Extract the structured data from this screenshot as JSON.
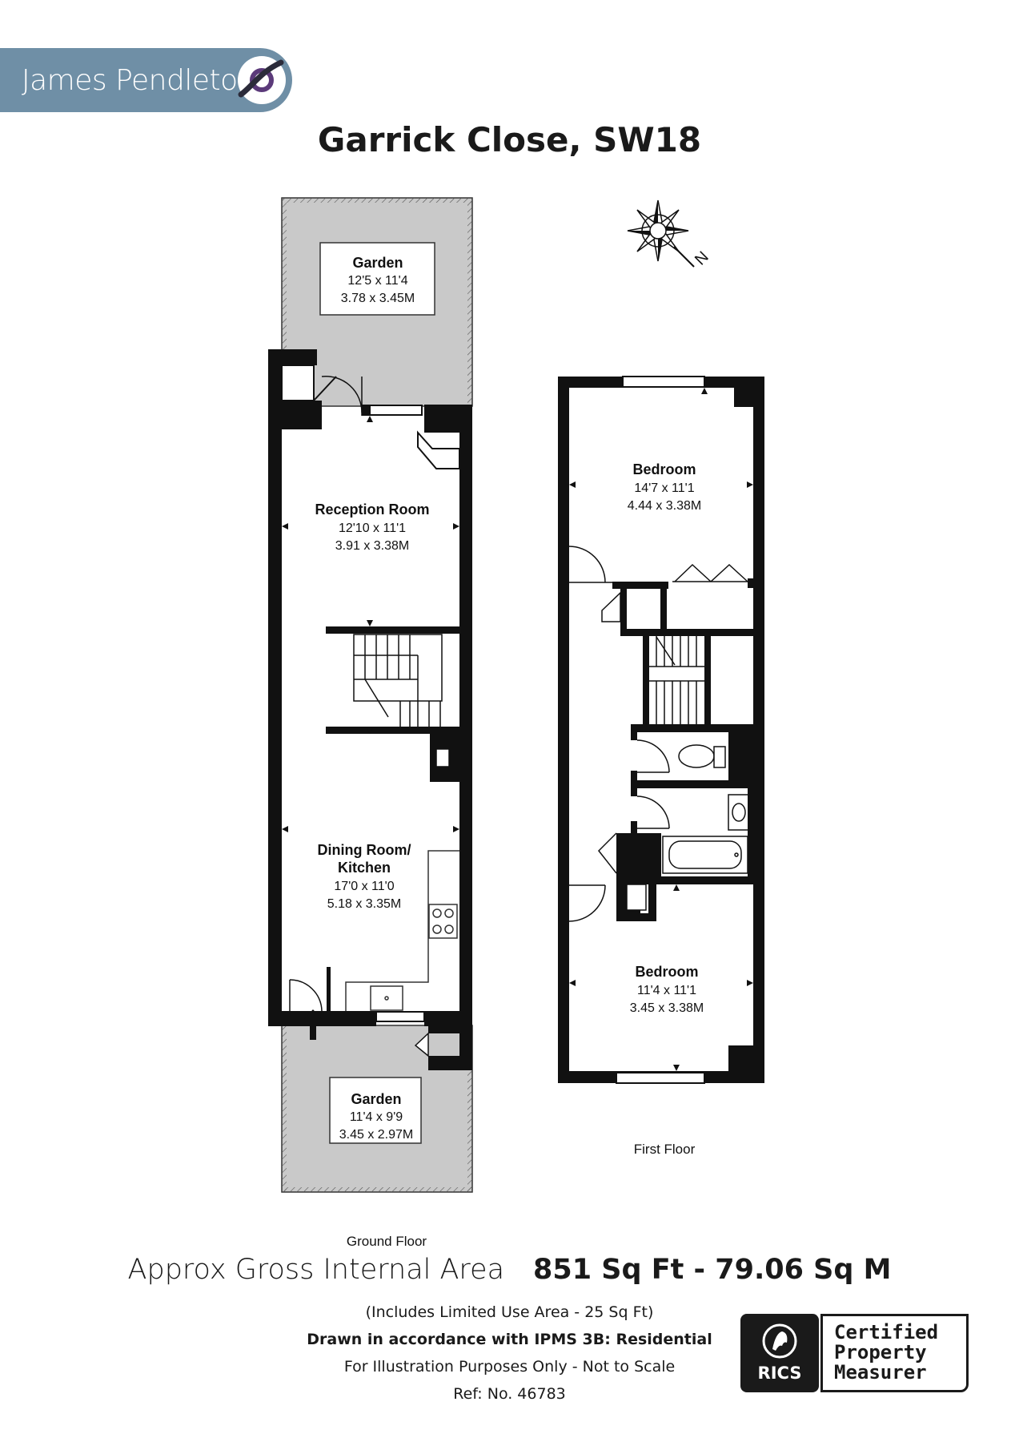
{
  "brand": {
    "name": "James Pendleton",
    "logo_icon": "swoosh-logo-icon",
    "color": "#6f8fa6"
  },
  "title": "Garrick Close, SW18",
  "compass": {
    "label": "N",
    "icon": "compass-rose-icon"
  },
  "ground_floor": {
    "label": "Ground Floor",
    "rooms": [
      {
        "name": "Garden",
        "imperial": "12'5 x 11'4",
        "metric": "3.78 x 3.45M"
      },
      {
        "name": "Reception Room",
        "imperial": "12'10 x 11'1",
        "metric": "3.91 x 3.38M"
      },
      {
        "name": "Dining Room/",
        "name2": "Kitchen",
        "imperial": "17'0 x 11'0",
        "metric": "5.18 x 3.35M"
      },
      {
        "name": "Garden",
        "imperial": "11'4 x 9'9",
        "metric": "3.45 x 2.97M"
      }
    ]
  },
  "first_floor": {
    "label": "First Floor",
    "rooms": [
      {
        "name": "Bedroom",
        "imperial": "14'7 x 11'1",
        "metric": "4.44 x 3.38M"
      },
      {
        "name": "Bedroom",
        "imperial": "11'4 x 11'1",
        "metric": "3.45 x 3.38M"
      }
    ]
  },
  "footer": {
    "area_label": "Approx Gross Internal Area",
    "area_value": "851 Sq Ft - 79.06 Sq M",
    "limited_use": "(Includes Limited Use Area - 25 Sq Ft)",
    "ipms": "Drawn in accordance with IPMS 3B: Residential",
    "illustration": "For Illustration Purposes Only - Not to Scale",
    "ref": "Ref: No. 46783"
  },
  "rics": {
    "logo_text": "RICS",
    "badge_icon": "rics-lion-crest-icon",
    "line1": "Certified",
    "line2": "Property",
    "line3": "Measurer"
  },
  "colors": {
    "wall": "#111111",
    "garden": "#c9c9c9",
    "brand": "#6f8fa6"
  }
}
